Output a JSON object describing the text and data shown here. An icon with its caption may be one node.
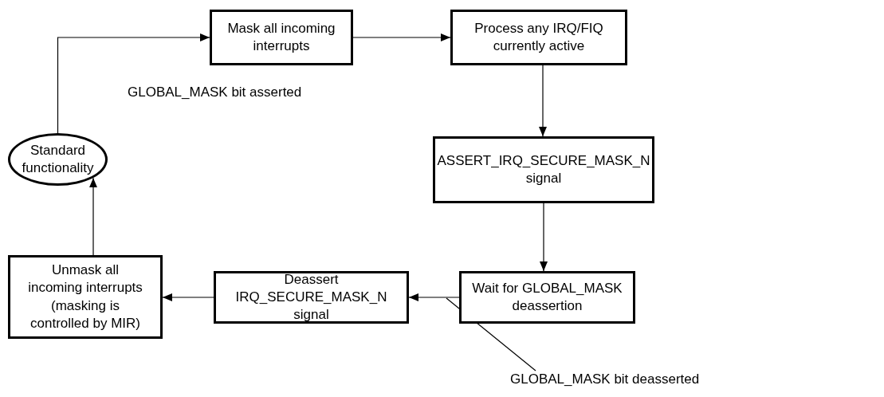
{
  "diagram": {
    "nodes": [
      {
        "text": [
          "Standard functionality"
        ]
      },
      {
        "text": [
          "Mask all incoming interrupts"
        ]
      },
      {
        "text": [
          "Process any IRQ/FIQ currently active"
        ]
      },
      {
        "text": [
          "ASSERT_IRQ_SECURE_MASK_N signal"
        ]
      },
      {
        "text": [
          "Wait for GLOBAL_MASK deassertion"
        ]
      },
      {
        "text": [
          "Deassert IRQ_SECURE_MASK_N signal"
        ]
      },
      {
        "text": [
          "Unmask all incoming interrupts (masking is controlled by MIR)"
        ]
      },
      {
        "text": [
          "GLOBAL_MASK bit deasserted"
        ]
      }
    ],
    "edges": [
      {
        "from": 0,
        "to": 1,
        "arrow": "to",
        "label": "GLOBAL_MASK bit asserted"
      },
      {
        "from": 1,
        "to": 2,
        "arrow": "to"
      },
      {
        "from": 2,
        "to": 3,
        "arrow": "to"
      },
      {
        "from": 3,
        "to": 4,
        "arrow": "to"
      },
      {
        "from": 4,
        "to": 5,
        "arrow": "to"
      },
      {
        "from": 5,
        "to": 6,
        "arrow": "to"
      },
      {
        "from": 6,
        "to": 0,
        "arrow": "to"
      },
      {
        "from": 7,
        "to": null,
        "arrow": "none"
      }
    ]
  }
}
